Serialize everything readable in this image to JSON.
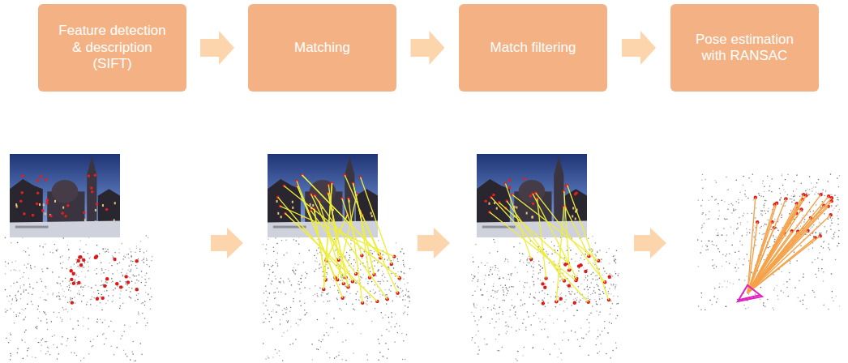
{
  "diagram": {
    "nodes": [
      {
        "text": [
          "Feature detection & description (SIFT)"
        ]
      },
      {
        "text": [
          "Matching"
        ]
      },
      {
        "text": [
          "Match filtering"
        ]
      },
      {
        "text": [
          "Pose estimation with RANSAC"
        ]
      }
    ],
    "edges": [
      {
        "from": 0,
        "to": 1,
        "arrow": "to"
      },
      {
        "from": 1,
        "to": 2,
        "arrow": "to"
      },
      {
        "from": 2,
        "to": 3,
        "arrow": "to"
      }
    ]
  }
}
